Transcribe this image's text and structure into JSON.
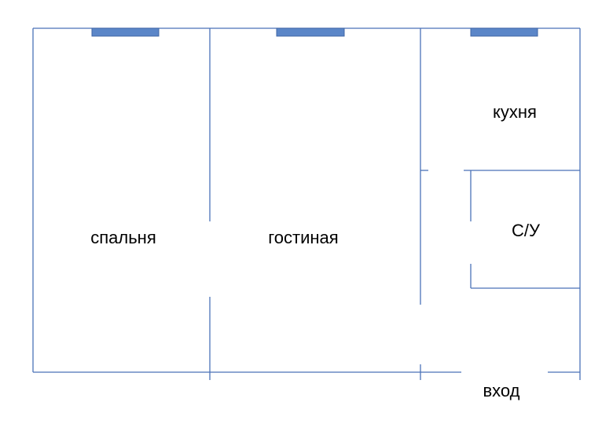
{
  "floor_plan": {
    "rooms": {
      "bedroom": "спальня",
      "living_room": "гостиная",
      "kitchen": "кухня",
      "bathroom": "С/У",
      "entrance": "вход"
    },
    "colors": {
      "walls": "#4a72b8",
      "windows": "#5b86c8",
      "labels": "#000000",
      "background": "#ffffff"
    }
  }
}
